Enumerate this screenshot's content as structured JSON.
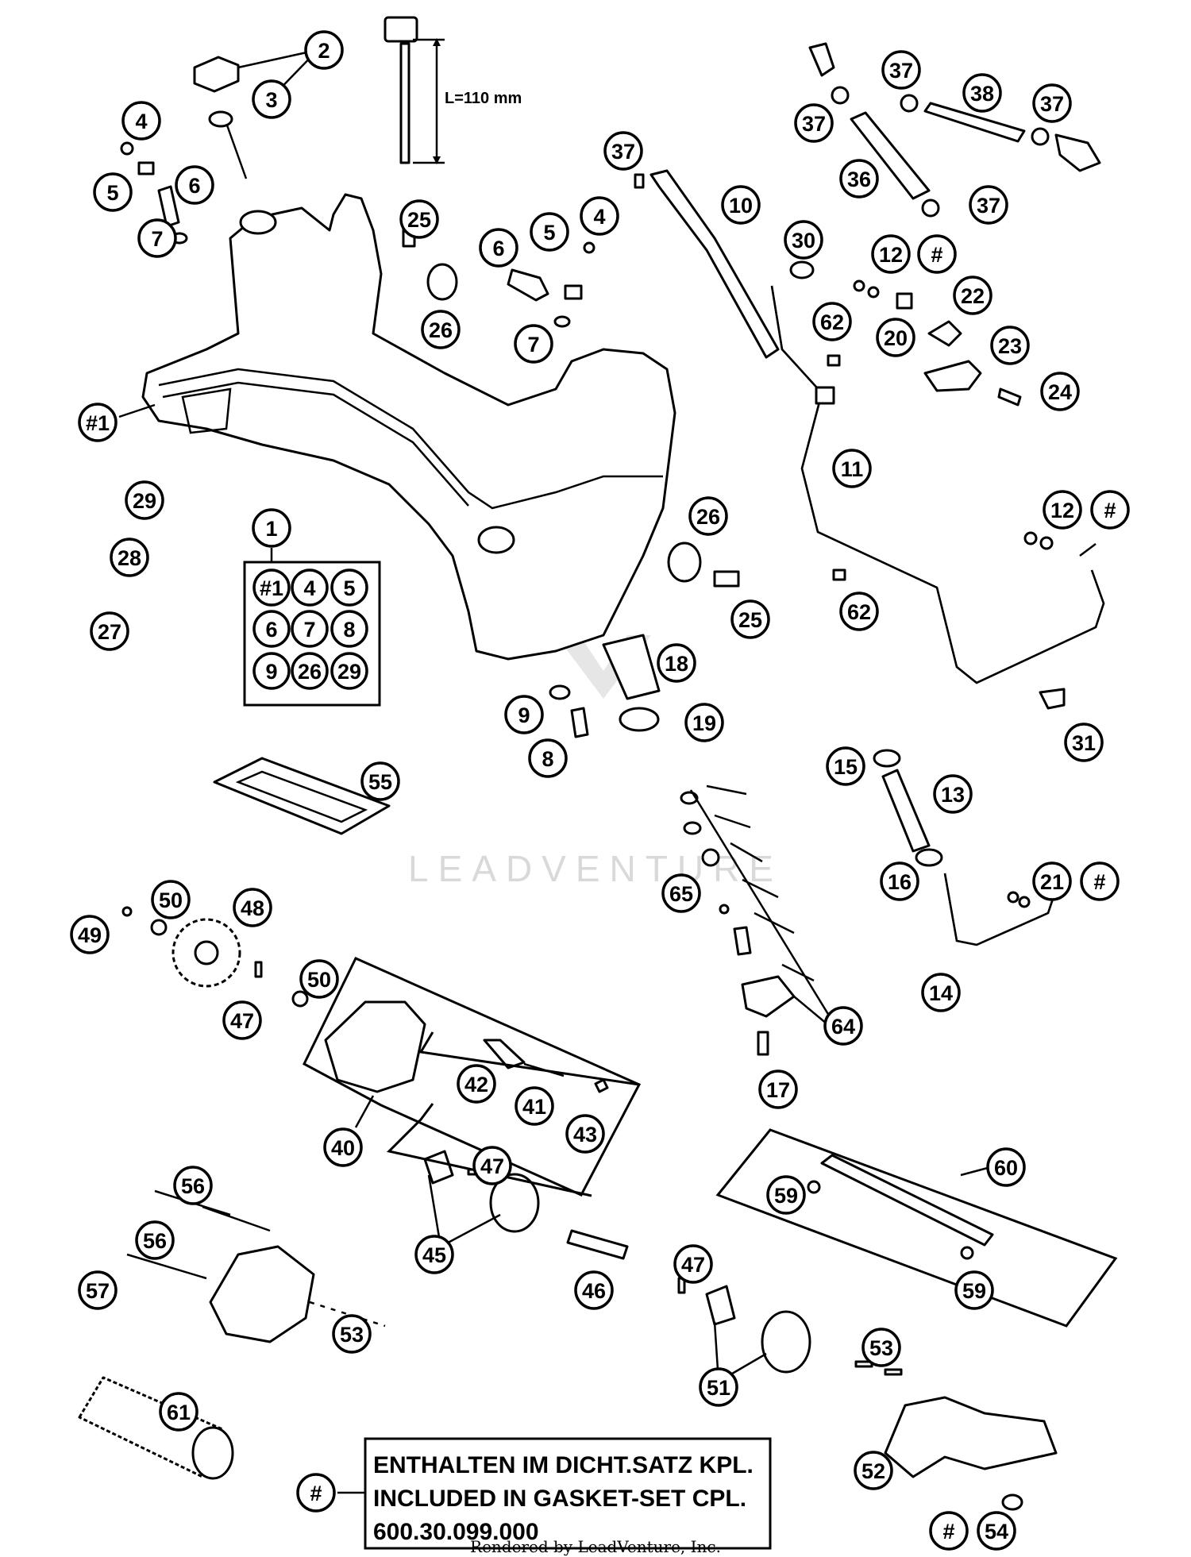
{
  "dimension_label": "L=110 mm",
  "kit_box_callouts": [
    "1",
    "#1",
    "4",
    "5",
    "6",
    "7",
    "8",
    "9",
    "26",
    "29"
  ],
  "note": {
    "marker": "#",
    "line1": "ENTHALTEN IM DICHT.SATZ KPL.",
    "line2": "INCLUDED IN GASKET-SET CPL.",
    "line3": "600.30.099.000"
  },
  "watermark": "LEADVENTURE",
  "credit": "Rendered by LeadVenture, Inc.",
  "callout_labels": {
    "c1": "1",
    "c2": "2",
    "c3": "3",
    "c4": "4",
    "c5": "5",
    "c6": "6",
    "c7": "7",
    "c8": "8",
    "c9": "9",
    "c10": "10",
    "c11": "11",
    "c12": "12",
    "c13": "13",
    "c14": "14",
    "c15": "15",
    "c16": "16",
    "c17": "17",
    "c18": "18",
    "c19": "19",
    "c20": "20",
    "c21": "21",
    "c22": "22",
    "c23": "23",
    "c24": "24",
    "c25": "25",
    "c26": "26",
    "c27": "27",
    "c28": "28",
    "c29": "29",
    "c30": "30",
    "c31": "31",
    "c36": "36",
    "c37": "37",
    "c38": "38",
    "c40": "40",
    "c41": "41",
    "c42": "42",
    "c43": "43",
    "c45": "45",
    "c46": "46",
    "c47": "47",
    "c48": "48",
    "c49": "49",
    "c50": "50",
    "c51": "51",
    "c52": "52",
    "c53": "53",
    "c54": "54",
    "c55": "55",
    "c56": "56",
    "c57": "57",
    "c59": "59",
    "c60": "60",
    "c61": "61",
    "c62": "62",
    "c64": "64",
    "c65": "65",
    "hash": "#",
    "hash1": "#1"
  }
}
